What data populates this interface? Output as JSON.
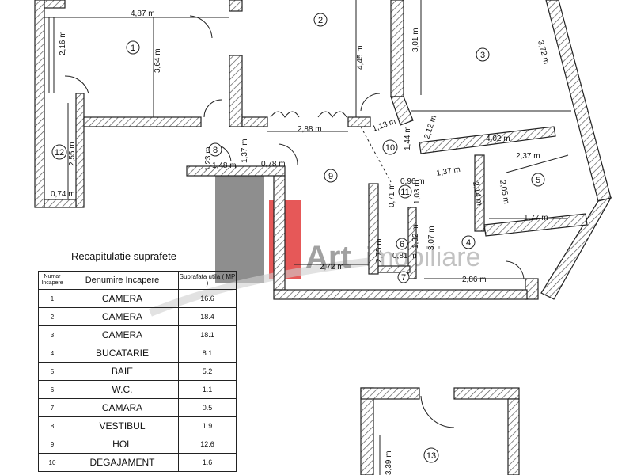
{
  "plan": {
    "rooms": {
      "r1": "1",
      "r2": "2",
      "r3": "3",
      "r4": "4",
      "r5": "5",
      "r6": "6",
      "r7": "7",
      "r8": "8",
      "r9": "9",
      "r10": "10",
      "r11": "11",
      "r12": "12",
      "r13": "13"
    },
    "dims": {
      "d_487": "4,87 m",
      "d_216": "2,16 m",
      "d_364": "3,64 m",
      "d_445": "4,45 m",
      "d_301": "3,01 m",
      "d_372": "3,72 m",
      "d_255": "2,55 m",
      "d_074": "0,74 m",
      "d_288": "2,88 m",
      "d_113": "1,13 m",
      "d_212": "2,12 m",
      "d_144": "1,44 m",
      "d_402": "4,02 m",
      "d_237": "2,37 m",
      "d_123": "1,23 m",
      "d_137a": "1,37 m",
      "d_148": "1,48 m",
      "d_078": "0,78 m",
      "d_096": "0,96 m",
      "d_137b": "1,37 m",
      "d_071": "0,71 m",
      "d_103": "1,03 m",
      "d_214": "2,14 m",
      "d_205": "2,05 m",
      "d_177": "1,77 m",
      "d_275": "2,75 m",
      "d_132": "1,32 m",
      "d_307": "3,07 m",
      "d_081": "0,81 m",
      "d_272": "2,72 m",
      "d_286": "2,86 m",
      "d_339": "3,39 m"
    },
    "watermark": {
      "brand": "Art",
      "sub": "imobiliare"
    }
  },
  "table": {
    "title": "Recapitulatie suprafete",
    "headers": {
      "nr": "Numar Incapere",
      "name": "Denumire Incapere",
      "area": "Suprafata utila ( MP )"
    },
    "rows": [
      {
        "nr": "1",
        "name": "CAMERA",
        "area": "16.6"
      },
      {
        "nr": "2",
        "name": "CAMERA",
        "area": "18.4"
      },
      {
        "nr": "3",
        "name": "CAMERA",
        "area": "18.1"
      },
      {
        "nr": "4",
        "name": "BUCATARIE",
        "area": "8.1"
      },
      {
        "nr": "5",
        "name": "BAIE",
        "area": "5.2"
      },
      {
        "nr": "6",
        "name": "W.C.",
        "area": "1.1"
      },
      {
        "nr": "7",
        "name": "CAMARA",
        "area": "0.5"
      },
      {
        "nr": "8",
        "name": "VESTIBUL",
        "area": "1.9"
      },
      {
        "nr": "9",
        "name": "HOL",
        "area": "12.6"
      },
      {
        "nr": "10",
        "name": "DEGAJAMENT",
        "area": "1.6"
      }
    ]
  },
  "colors": {
    "wall": "#222222",
    "hatch": "#555555",
    "wm_red": "#e23b3b",
    "wm_grey": "#7a7a7a"
  }
}
